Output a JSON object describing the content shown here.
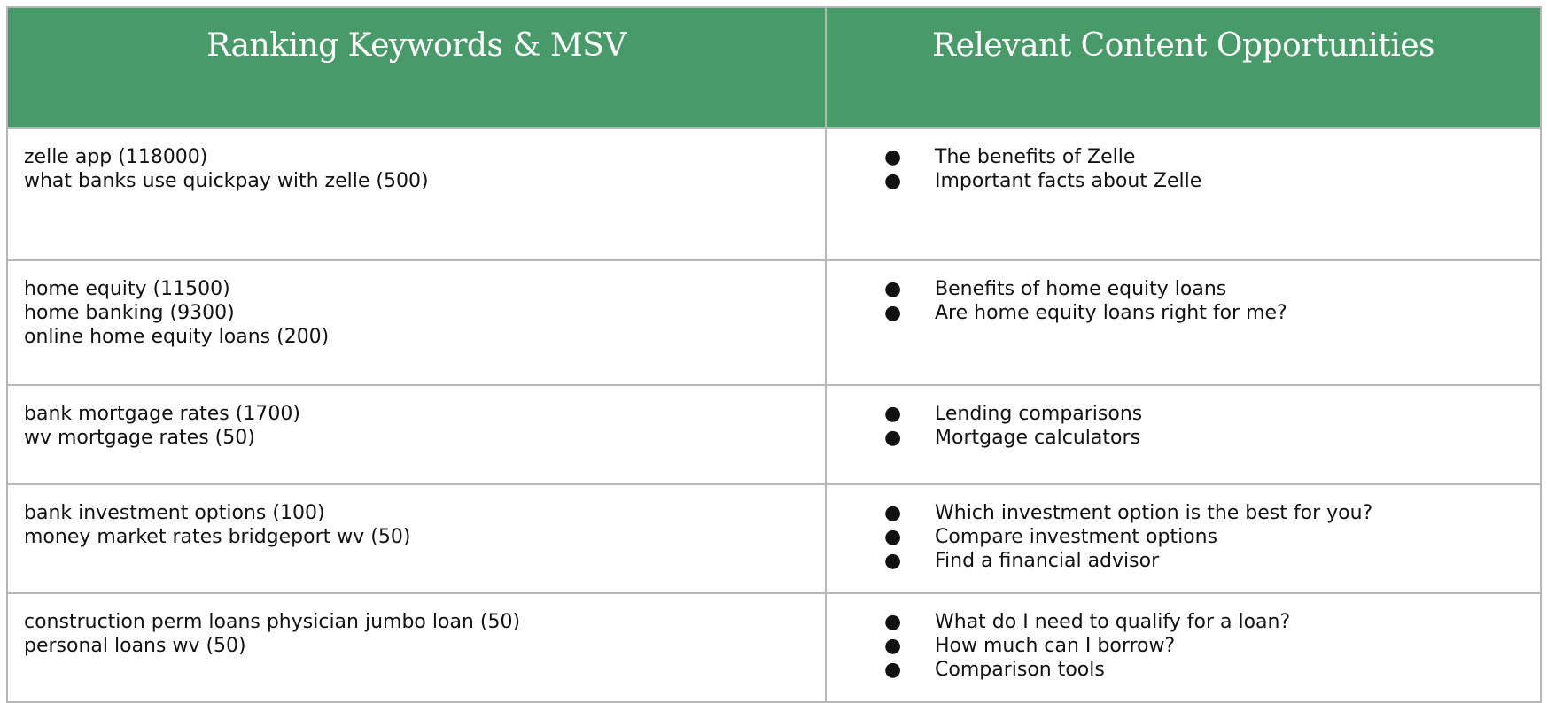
{
  "table": {
    "headers": {
      "keywords": "Ranking Keywords & MSV",
      "opportunities": "Relevant Content Opportunities"
    },
    "rows": [
      {
        "keywords": [
          "zelle app (118000)",
          "what banks use quickpay with zelle (500)"
        ],
        "opportunities": [
          "The benefits of Zelle",
          "Important facts about Zelle"
        ]
      },
      {
        "keywords": [
          "home equity (11500)",
          "home banking (9300)",
          "online home equity loans (200)"
        ],
        "opportunities": [
          "Benefits of home equity loans",
          "Are home equity loans right for me?"
        ]
      },
      {
        "keywords": [
          "bank mortgage rates (1700)",
          "wv mortgage rates (50)"
        ],
        "opportunities": [
          "Lending comparisons",
          "Mortgage calculators"
        ]
      },
      {
        "keywords": [
          "bank investment options (100)",
          "money market rates bridgeport wv (50)"
        ],
        "opportunities": [
          "Which investment option is the best for you?",
          "Compare investment options",
          "Find a financial advisor"
        ]
      },
      {
        "keywords": [
          "construction perm loans physician jumbo loan (50)",
          "personal loans wv (50)"
        ],
        "opportunities": [
          "What do I need to qualify for a loan?",
          "How much can I borrow?",
          "Comparison tools"
        ]
      }
    ],
    "bullet_glyph": "●",
    "colors": {
      "header_bg": "#489b69",
      "header_text": "#ffffff",
      "border": "#b7b7b7"
    }
  }
}
